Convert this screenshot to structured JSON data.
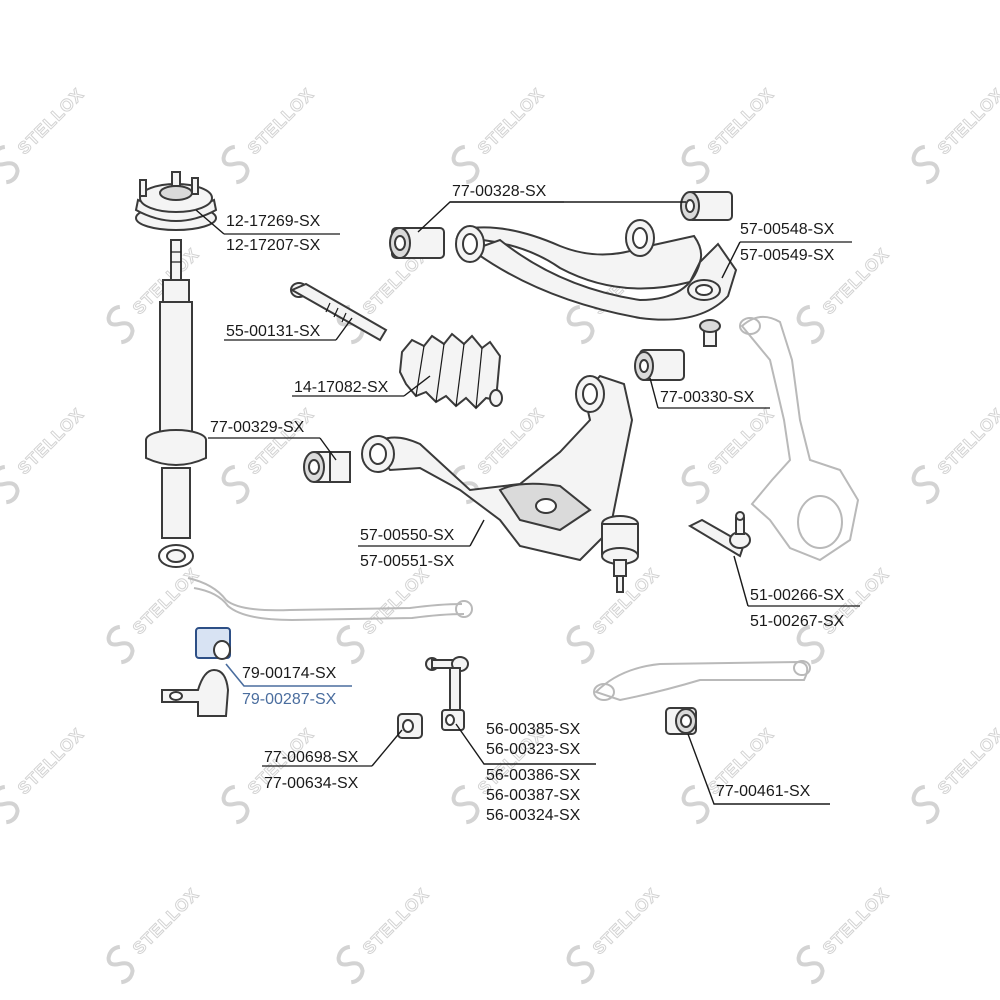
{
  "watermark": {
    "text": "STELLOX"
  },
  "labels": {
    "l1": "12-17269-SX",
    "l2": "12-17207-SX",
    "l3": "55-00131-SX",
    "l4": "14-17082-SX",
    "l5": "77-00329-SX",
    "l6": "77-00328-SX",
    "l7": "57-00548-SX",
    "l8": "57-00549-SX",
    "l9": "77-00330-SX",
    "l10": "57-00550-SX",
    "l11": "57-00551-SX",
    "l12": "51-00266-SX",
    "l13": "51-00267-SX",
    "l14": "79-00174-SX",
    "l15": "79-00287-SX",
    "l16": "77-00698-SX",
    "l17": "77-00634-SX",
    "l18": "56-00385-SX",
    "l19": "56-00323-SX",
    "l20": "56-00386-SX",
    "l21": "56-00387-SX",
    "l22": "56-00324-SX",
    "l23": "77-00461-SX"
  },
  "highlight_color": "#4a6d9e",
  "icons": [
    "stellox-s-logo-icon"
  ]
}
